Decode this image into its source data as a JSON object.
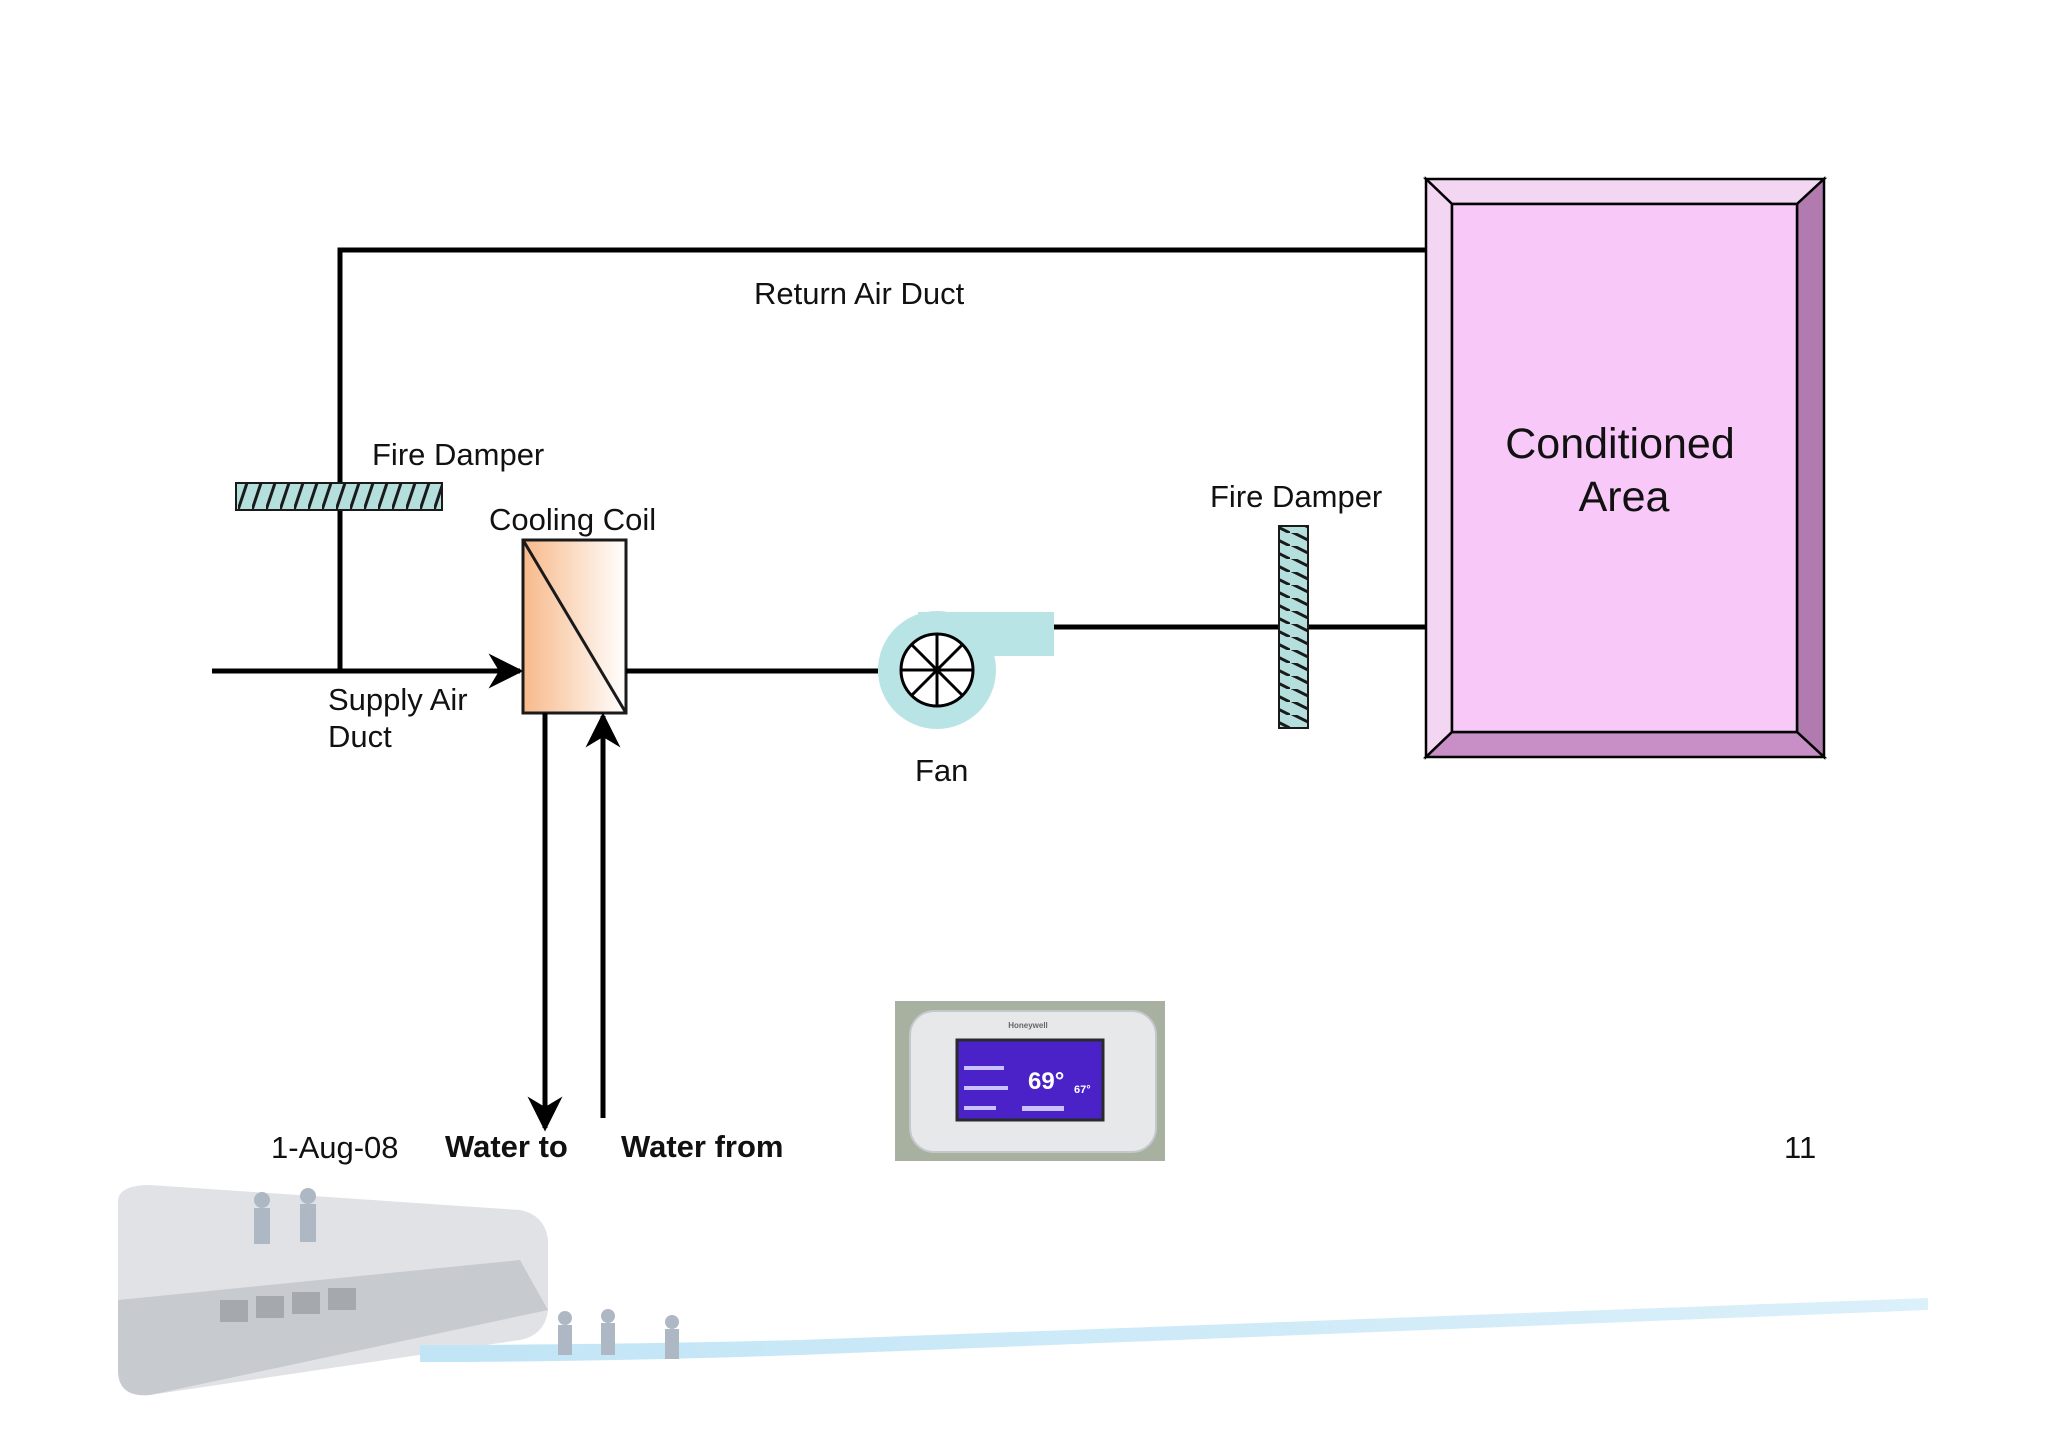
{
  "diagram": {
    "labels": {
      "return_air_duct": "Return Air Duct",
      "fire_damper_return": "Fire Damper",
      "cooling_coil": "Cooling Coil",
      "supply_air_duct_line1": "Supply Air",
      "supply_air_duct_line2": "Duct",
      "fan": "Fan",
      "fire_damper_supply": "Fire Damper",
      "conditioned_area_line1": "Conditioned",
      "conditioned_area_line2": "Area"
    },
    "colors": {
      "line": "#000000",
      "damper_fill": "#b5dfdd",
      "fan_housing": "#b8e4e6",
      "coil_gradient_start": "#f7b98a",
      "coil_gradient_end": "#ffffff",
      "room_face": "#f8c8f8",
      "room_bevel_light": "#f2d6f2",
      "room_bevel_dark": "#b27bb0"
    }
  },
  "footer": {
    "date": "1-Aug-08",
    "water_to": "Water to",
    "water_from": "Water from",
    "page_number": "11"
  },
  "thermostat": {
    "brand": "Honeywell",
    "indoor_temp": "69°",
    "set_temp": "67°"
  }
}
